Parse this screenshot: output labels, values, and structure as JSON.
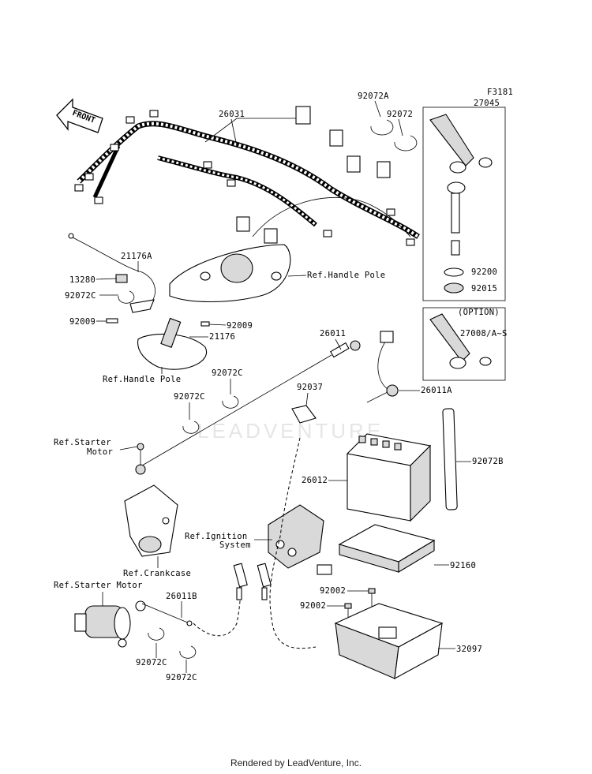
{
  "figure_code": "F3181",
  "front_label": "FRONT",
  "watermark": "LEADVENTURE",
  "footer": "Rendered by LeadVenture, Inc.",
  "option_box_label": "(OPTION)",
  "part_labels": {
    "p26031": "26031",
    "p92072A": "92072A",
    "p92072": "92072",
    "p27045": "27045",
    "p21176A": "21176A",
    "p13280": "13280",
    "p92072C_a": "92072C",
    "p92009_a": "92009",
    "p92009_b": "92009",
    "p21176": "21176",
    "p92200": "92200",
    "p92015": "92015",
    "p27008": "27008/A~S",
    "p26011": "26011",
    "p92072C_b": "92072C",
    "p92072C_c": "92072C",
    "p92037": "92037",
    "p26011A": "26011A",
    "p26012": "26012",
    "p92072B": "92072B",
    "p92160": "92160",
    "p92002_a": "92002",
    "p92002_b": "92002",
    "p32097": "32097",
    "p26011B": "26011B",
    "p92072C_d": "92072C",
    "p92072C_e": "92072C"
  },
  "ref_labels": {
    "handle_pole_a": "Ref.Handle Pole",
    "handle_pole_b": "Ref.Handle Pole",
    "starter_motor_a_1": "Ref.Starter",
    "starter_motor_a_2": "Motor",
    "ignition_1": "Ref.Ignition",
    "ignition_2": "System",
    "crankcase": "Ref.Crankcase",
    "starter_motor_b": "Ref.Starter Motor"
  }
}
